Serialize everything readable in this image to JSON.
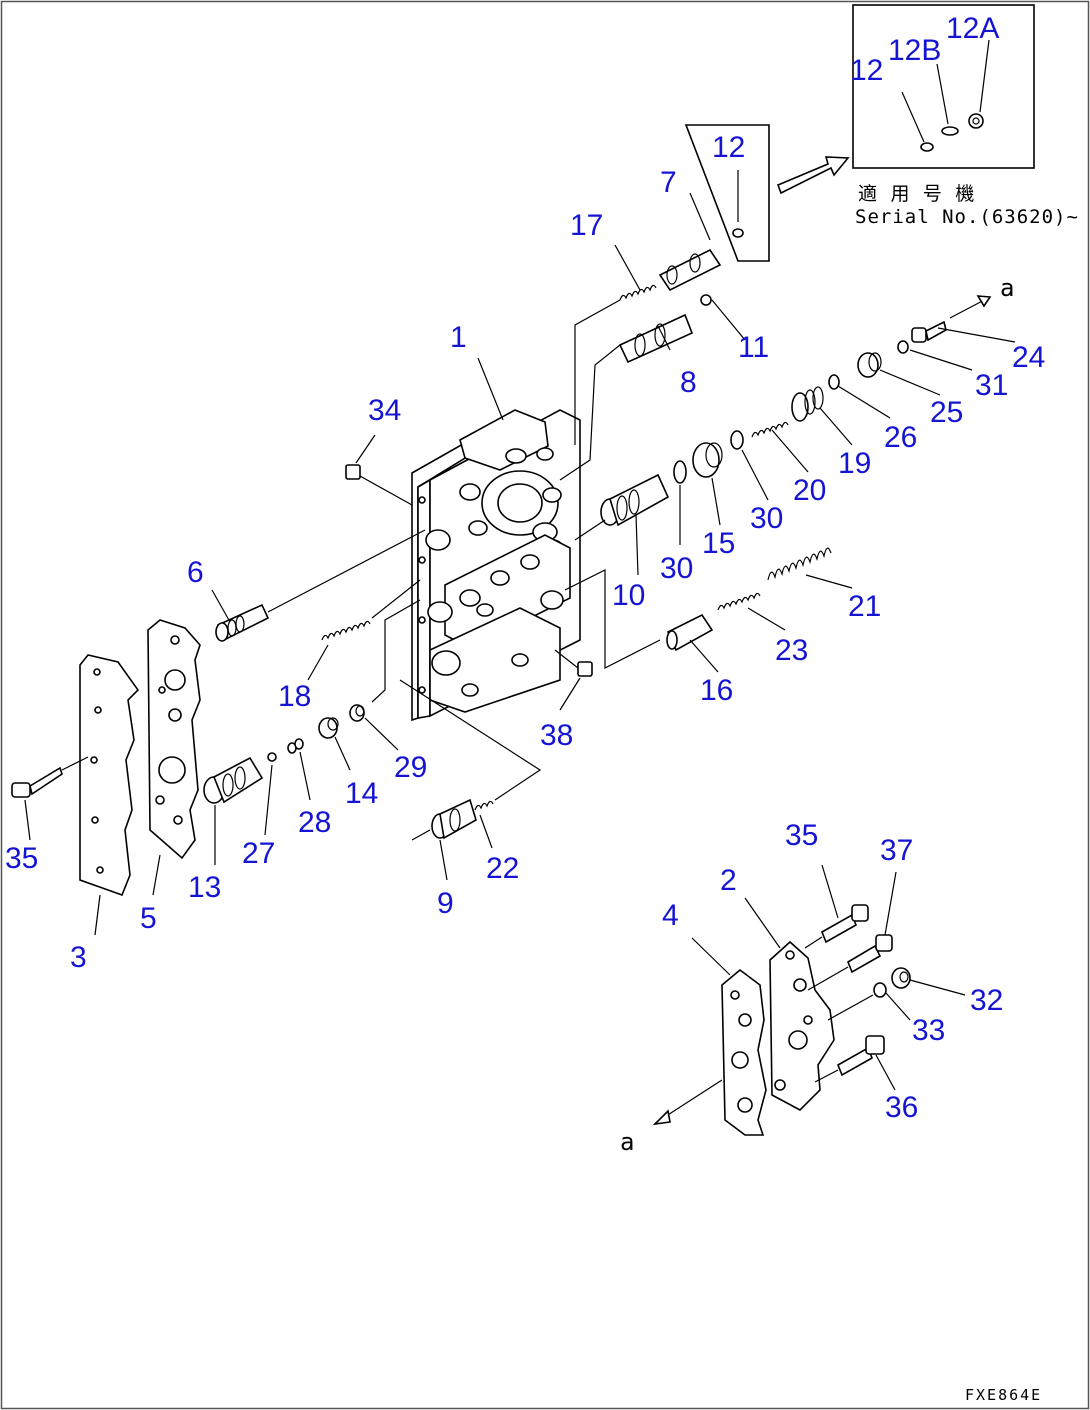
{
  "callouts": [
    {
      "id": "c1",
      "label": "1"
    },
    {
      "id": "c2",
      "label": "2"
    },
    {
      "id": "c3",
      "label": "3"
    },
    {
      "id": "c4",
      "label": "4"
    },
    {
      "id": "c5",
      "label": "5"
    },
    {
      "id": "c6",
      "label": "6"
    },
    {
      "id": "c7",
      "label": "7"
    },
    {
      "id": "c8",
      "label": "8"
    },
    {
      "id": "c9",
      "label": "9"
    },
    {
      "id": "c10",
      "label": "10"
    },
    {
      "id": "c11",
      "label": "11"
    },
    {
      "id": "c12a",
      "label": "12"
    },
    {
      "id": "c12b",
      "label": "12"
    },
    {
      "id": "c12B",
      "label": "12B"
    },
    {
      "id": "c12A",
      "label": "12A"
    },
    {
      "id": "c13",
      "label": "13"
    },
    {
      "id": "c14",
      "label": "14"
    },
    {
      "id": "c15",
      "label": "15"
    },
    {
      "id": "c16",
      "label": "16"
    },
    {
      "id": "c17",
      "label": "17"
    },
    {
      "id": "c18",
      "label": "18"
    },
    {
      "id": "c19",
      "label": "19"
    },
    {
      "id": "c20",
      "label": "20"
    },
    {
      "id": "c21",
      "label": "21"
    },
    {
      "id": "c22",
      "label": "22"
    },
    {
      "id": "c23",
      "label": "23"
    },
    {
      "id": "c24",
      "label": "24"
    },
    {
      "id": "c25",
      "label": "25"
    },
    {
      "id": "c26",
      "label": "26"
    },
    {
      "id": "c27",
      "label": "27"
    },
    {
      "id": "c28",
      "label": "28"
    },
    {
      "id": "c29",
      "label": "29"
    },
    {
      "id": "c30a",
      "label": "30"
    },
    {
      "id": "c30b",
      "label": "30"
    },
    {
      "id": "c31",
      "label": "31"
    },
    {
      "id": "c32",
      "label": "32"
    },
    {
      "id": "c33",
      "label": "33"
    },
    {
      "id": "c34",
      "label": "34"
    },
    {
      "id": "c35a",
      "label": "35"
    },
    {
      "id": "c35b",
      "label": "35"
    },
    {
      "id": "c36",
      "label": "36"
    },
    {
      "id": "c37",
      "label": "37"
    },
    {
      "id": "c38",
      "label": "38"
    }
  ],
  "connection_marks": {
    "top": "a",
    "bottom": "a"
  },
  "serial_note": {
    "line1": "適 用 号 機",
    "line2": "Serial No.(63620)~"
  },
  "drawing_code": "FXE864E",
  "colors": {
    "callout": "#1414d2",
    "line": "#000000",
    "background": "#ffffff"
  }
}
